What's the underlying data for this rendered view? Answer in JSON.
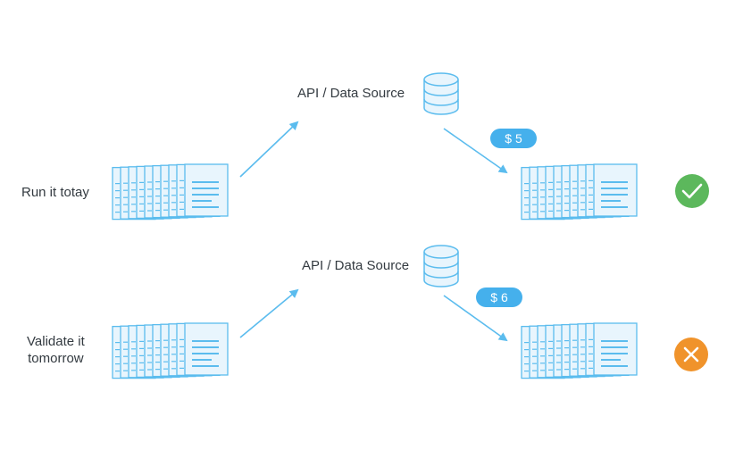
{
  "rows": [
    {
      "label": "Run it totay",
      "api_label": "API / Data Source",
      "price": "$ 5",
      "status": "success",
      "status_icon": "checkmark-icon",
      "status_color": "#5cb85c"
    },
    {
      "label": "Validate it\ntomorrow",
      "api_label": "API / Data Source",
      "price": "$ 6",
      "status": "failure",
      "status_icon": "cross-icon",
      "status_color": "#f0932b"
    }
  ],
  "colors": {
    "accent_blue": "#45b0ec",
    "doc_fill": "#e8f5fd",
    "doc_stroke": "#5bbcee",
    "text": "#333a40"
  }
}
